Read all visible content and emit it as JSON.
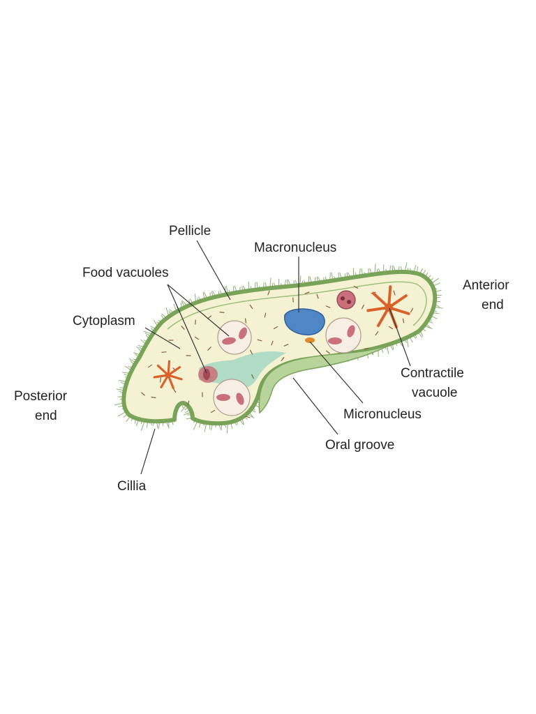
{
  "colors": {
    "background": "#ffffff",
    "cell_body": "#f4f2d2",
    "pellicle": "#7aa35a",
    "cilia": "#8fae74",
    "oral_groove": "#b8d49a",
    "gullet": "#a9d8c2",
    "macronucleus": "#4f86c6",
    "micronucleus": "#e08a2e",
    "food_vacuole": "#c9707a",
    "contractile_vacuole": "#d9622b",
    "label_text": "#222222"
  },
  "labels": {
    "pellicle": "Pellicle",
    "macronucleus": "Macronucleus",
    "food_vacuoles": "Food vacuoles",
    "cytoplasm": "Cytoplasm",
    "anterior_end_1": "Anterior",
    "anterior_end_2": "end",
    "posterior_end_1": "Posterior",
    "posterior_end_2": "end",
    "contractile_vacuole_1": "Contractile",
    "contractile_vacuole_2": "vacuole",
    "micronucleus": "Micronucleus",
    "oral_groove": "Oral groove",
    "cilia": "Cillia"
  }
}
